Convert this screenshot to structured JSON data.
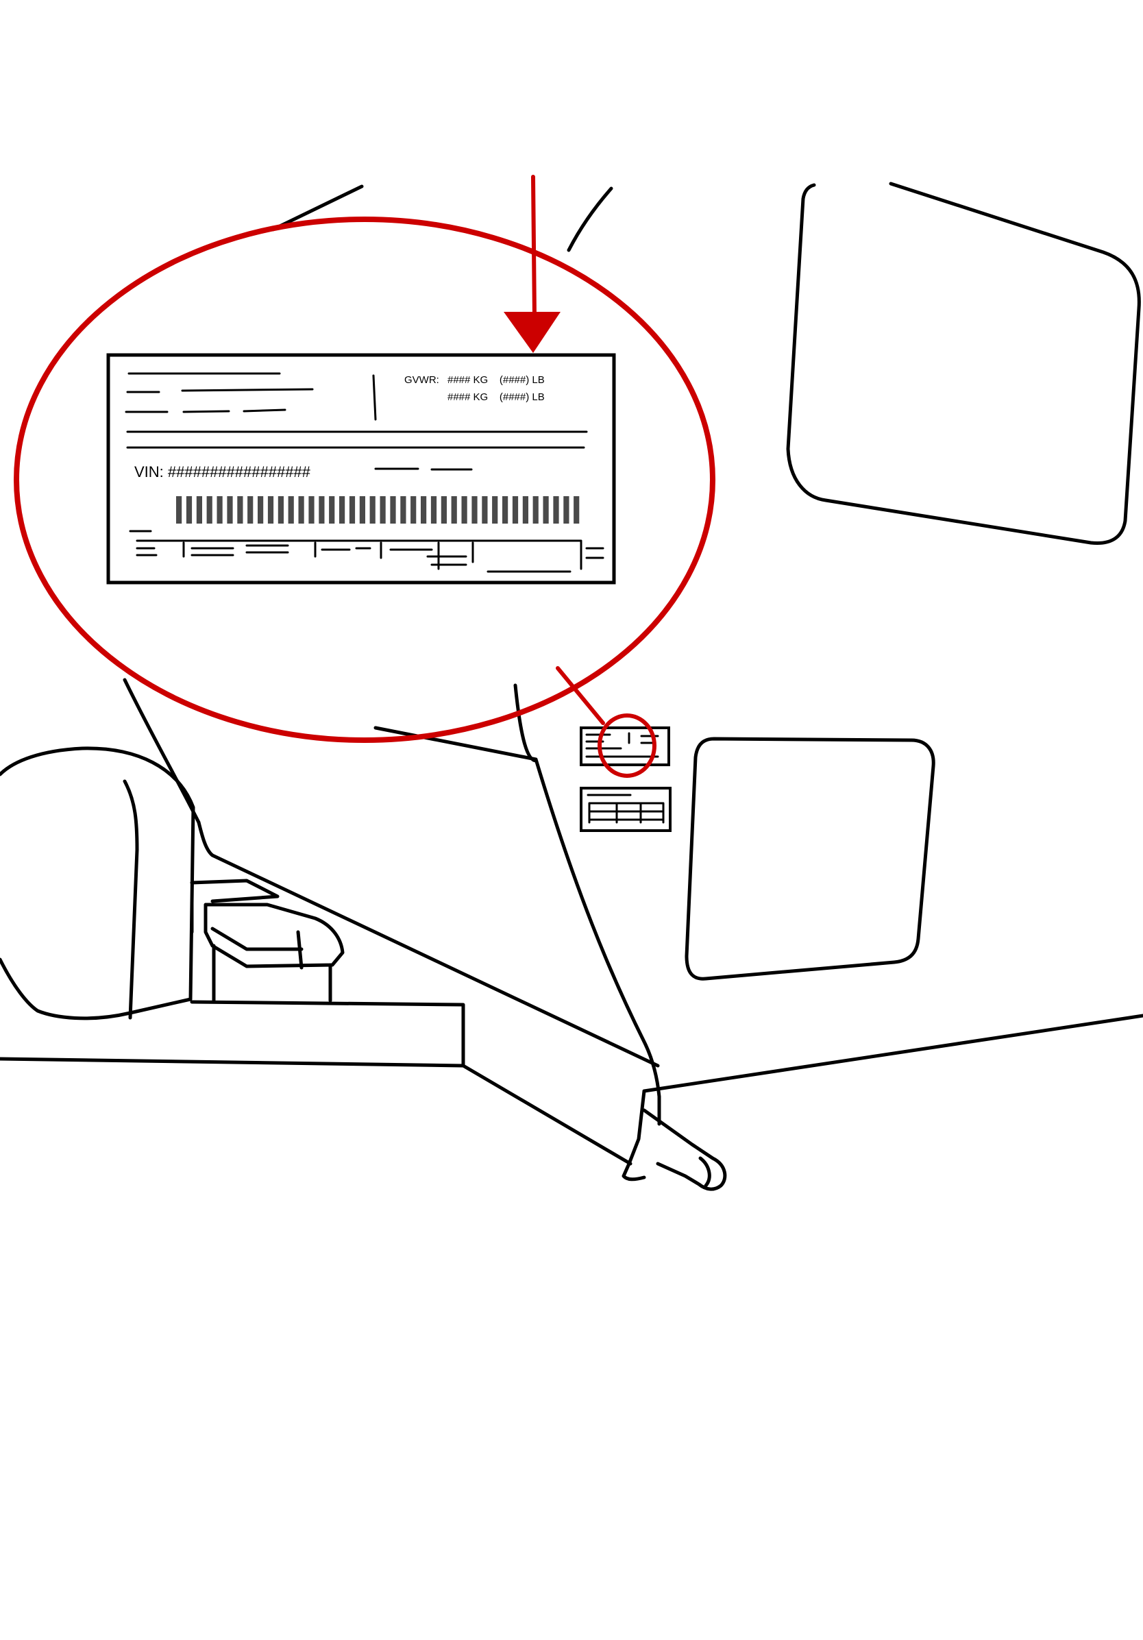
{
  "colors": {
    "line": "#000000",
    "callout": "#cc0000",
    "barcode": "#4a4a4a",
    "background": "#ffffff"
  },
  "label": {
    "gvwr_prefix": "GVWR:",
    "gvwr_line1": "#### KG    (####) LB",
    "gvwr_line2": "#### KG    (####) LB",
    "vin_text": "VIN: #################",
    "barcode_bar_count": 40
  },
  "icons": {
    "arrow": "down-arrow-icon",
    "magnifier": "zoom-callout-icon"
  }
}
